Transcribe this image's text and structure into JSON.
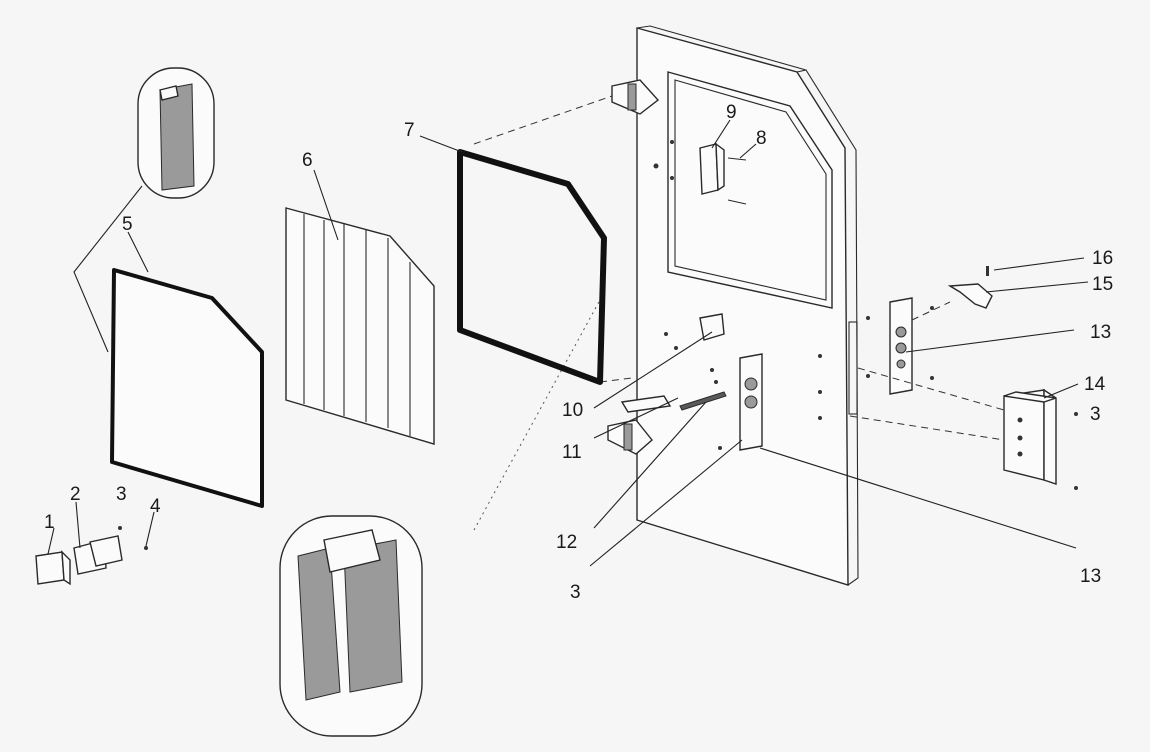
{
  "callouts": [
    {
      "id": "c1",
      "text": "1"
    },
    {
      "id": "c2",
      "text": "2"
    },
    {
      "id": "c3a",
      "text": "3"
    },
    {
      "id": "c4",
      "text": "4"
    },
    {
      "id": "c5",
      "text": "5"
    },
    {
      "id": "c6",
      "text": "6"
    },
    {
      "id": "c7",
      "text": "7"
    },
    {
      "id": "c8",
      "text": "8"
    },
    {
      "id": "c9",
      "text": "9"
    },
    {
      "id": "c10",
      "text": "10"
    },
    {
      "id": "c11",
      "text": "11"
    },
    {
      "id": "c12",
      "text": "12"
    },
    {
      "id": "c3b",
      "text": "3"
    },
    {
      "id": "c13a",
      "text": "13"
    },
    {
      "id": "c13b",
      "text": "13"
    },
    {
      "id": "c14",
      "text": "14"
    },
    {
      "id": "c3c",
      "text": "3"
    },
    {
      "id": "c15",
      "text": "15"
    },
    {
      "id": "c16",
      "text": "16"
    }
  ]
}
